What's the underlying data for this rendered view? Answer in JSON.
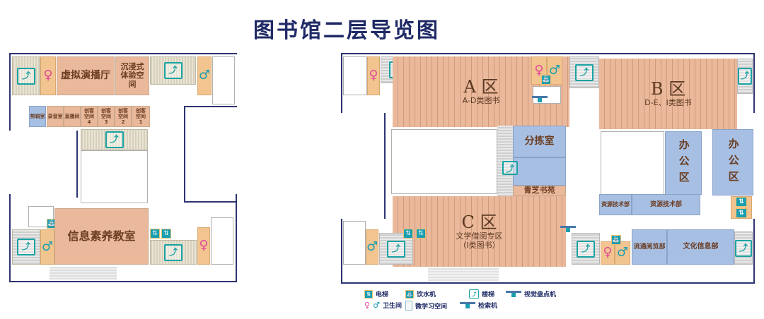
{
  "title": "图书馆二层导览图",
  "left_wing": {
    "rooms": {
      "virtual_hall": "虚拟演播厅",
      "immersive": "沉浸式体验空间",
      "editing_room": "剪辑室",
      "recording_room": "录音室",
      "live_room": "直播间",
      "maker4": "创客空间4",
      "maker3": "创客空间3",
      "maker2": "创客空间2",
      "maker1": "创客空间1",
      "info_literacy": "信息素养教室"
    }
  },
  "right_wing": {
    "zones": {
      "a": {
        "name": "A 区",
        "desc": "A-D类图书"
      },
      "b": {
        "name": "B 区",
        "desc": "D-E、I类图书"
      },
      "c": {
        "name": "C 区",
        "desc": "文学借阅专区",
        "desc2": "（I类图书）"
      }
    },
    "rooms": {
      "sorting": "分拣室",
      "qingzhi": "青芝书苑",
      "office1": "办公区",
      "office2": "办公区",
      "resource_tech_small": "资源技术部",
      "resource_tech": "资源技术部",
      "circulation": "流通阅览部",
      "culture_info": "文化信息部"
    }
  },
  "legend": {
    "elevator": "电梯",
    "water": "饮水机",
    "stairs": "楼梯",
    "inventory": "视觉盘点机",
    "restroom": "卫生间",
    "micro_study": "微学习空间",
    "search": "检索机"
  },
  "colors": {
    "reading_zone": "#eab89a",
    "office": "#a7bfe2",
    "restroom": "#f2c48f",
    "stairs": "#e2dccb",
    "wall": "#2d3470",
    "title": "#1f2a66",
    "female": "#e24a9a",
    "male": "#1a9eb0"
  }
}
